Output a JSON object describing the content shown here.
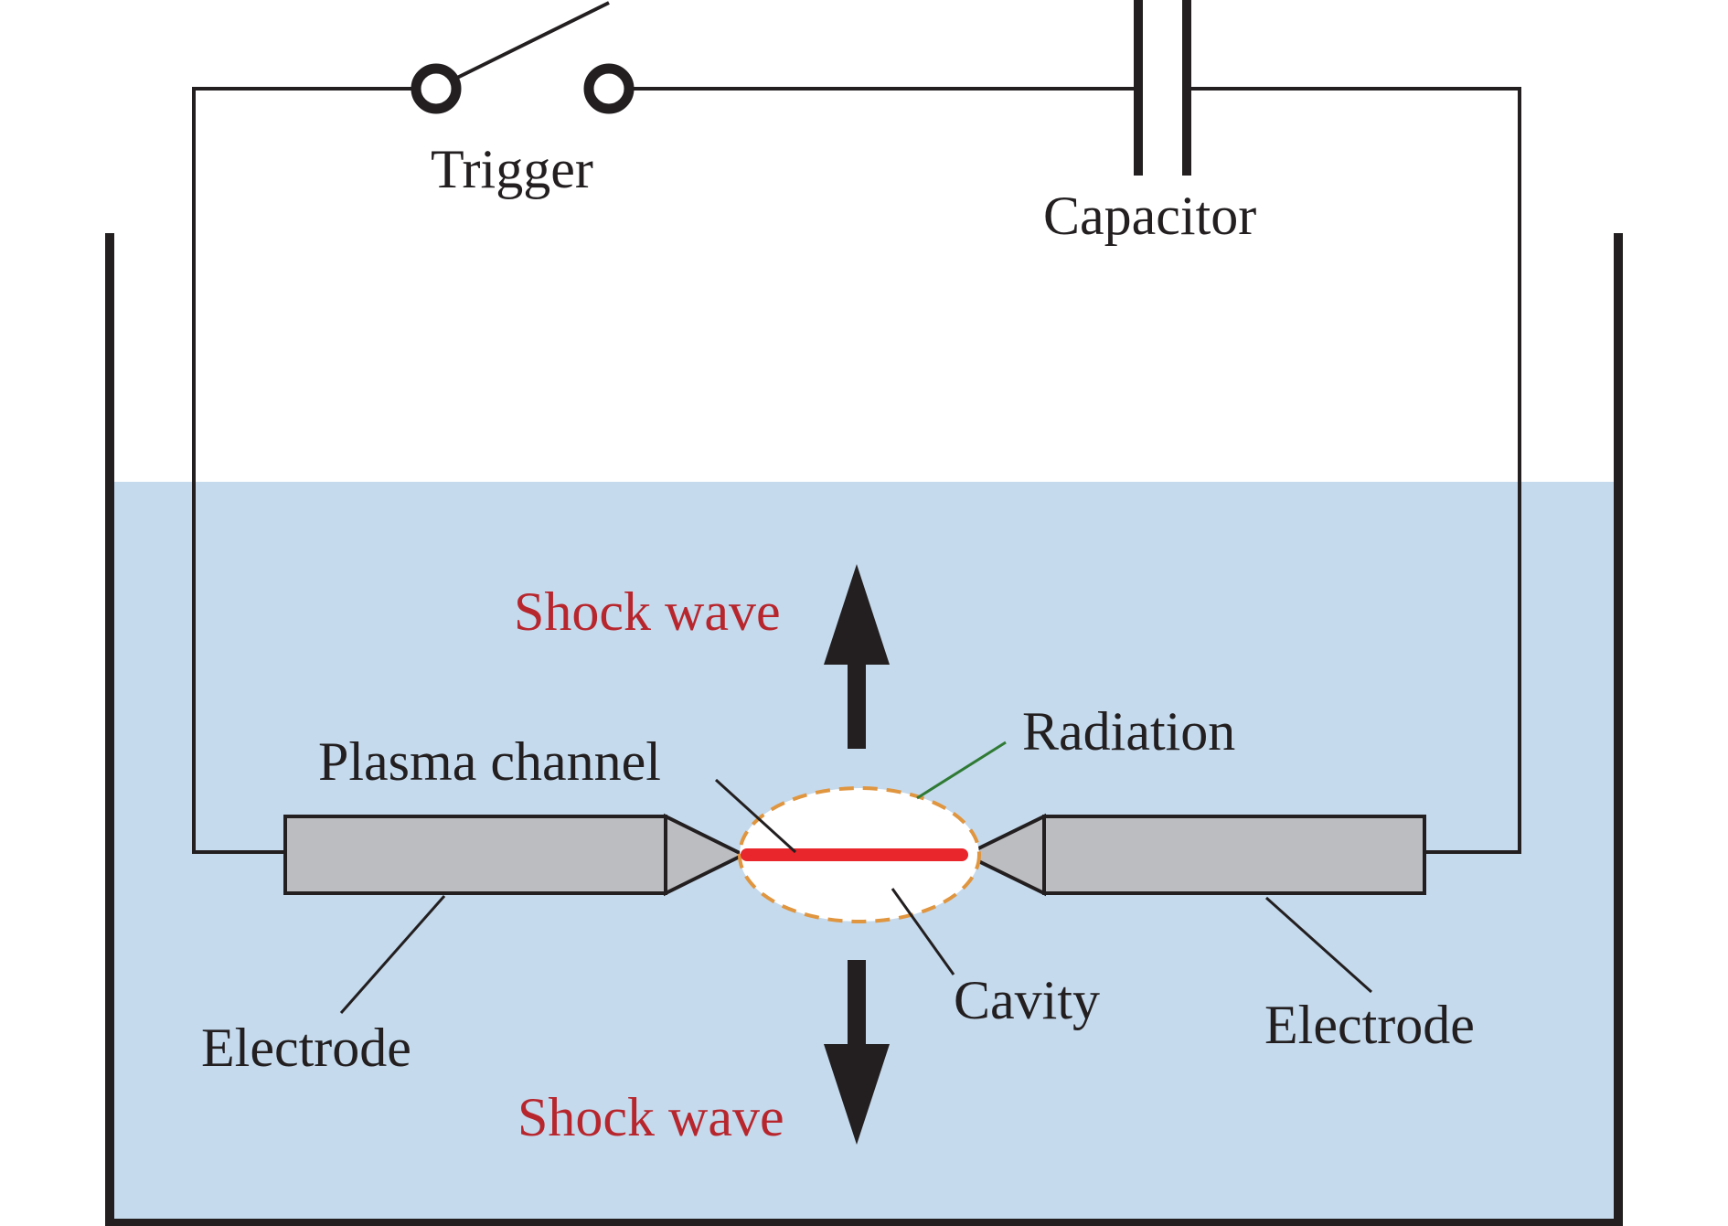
{
  "labels": {
    "trigger": "Trigger",
    "capacitor": "Capacitor",
    "shock_wave_top": "Shock wave",
    "shock_wave_bottom": "Shock wave",
    "radiation": "Radiation",
    "plasma_channel": "Plasma channel",
    "cavity": "Cavity",
    "electrode_left": "Electrode",
    "electrode_right": "Electrode"
  },
  "colors": {
    "water": "#c5daed",
    "wire": "#231f20",
    "electrode_fill": "#bcbdc0",
    "plasma": "#e8262b",
    "cavity_border": "#e0953f",
    "radiation_leader": "#2f7a34",
    "shock_wave_text": "#b8262d",
    "text": "#231f20"
  }
}
